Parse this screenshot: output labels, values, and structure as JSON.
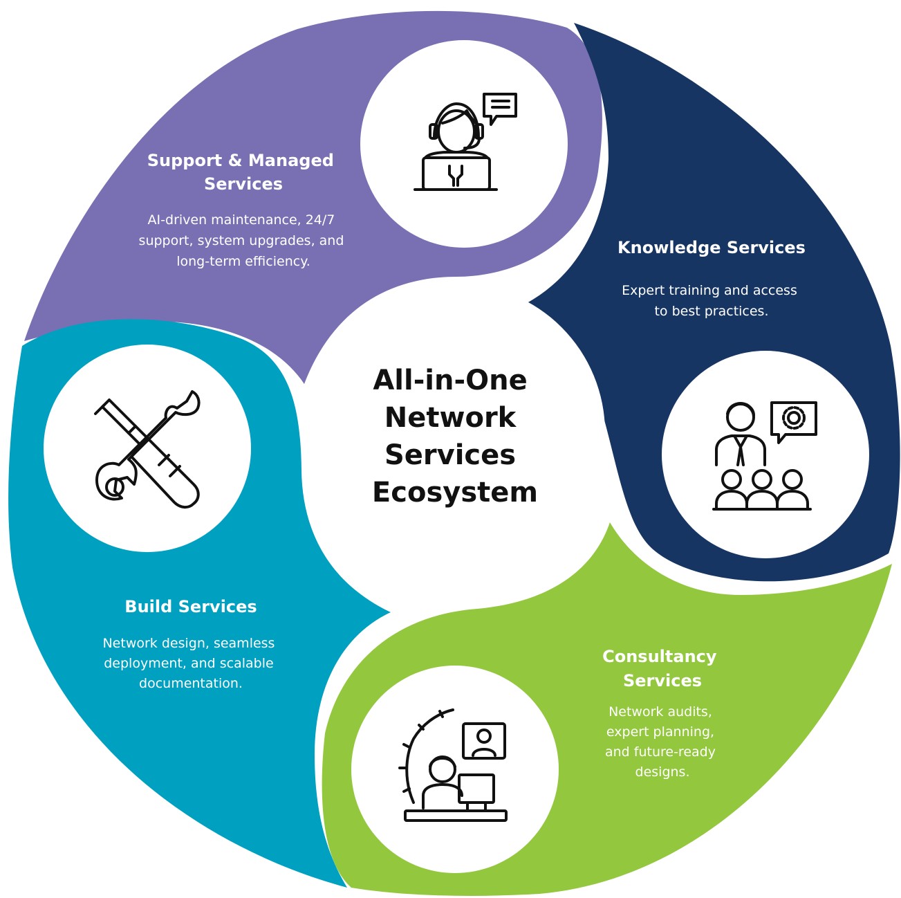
{
  "center": {
    "title_lines": [
      "All-in-One",
      "Network",
      "Services",
      "Ecosystem"
    ]
  },
  "segments": {
    "support": {
      "title_lines": [
        "Support & Managed",
        "Services"
      ],
      "desc_lines": [
        "AI-driven maintenance, 24/7",
        "support, system upgrades, and",
        "long-term efficiency."
      ],
      "color": "#7870B3",
      "icon": "support-agent-icon"
    },
    "knowledge": {
      "title_lines": [
        "Knowledge Services"
      ],
      "desc_lines": [
        "Expert training and access",
        "to best practices."
      ],
      "color": "#173562",
      "icon": "trainer-audience-icon"
    },
    "consultancy": {
      "title_lines": [
        "Consultancy",
        "Services"
      ],
      "desc_lines": [
        "Network audits,",
        "expert planning,",
        "and future-ready",
        "designs."
      ],
      "color": "#93C83E",
      "icon": "consultant-meeting-icon"
    },
    "build": {
      "title_lines": [
        "Build Services"
      ],
      "desc_lines": [
        "Network design, seamless",
        "deployment, and scalable",
        "documentation."
      ],
      "color": "#00A0C0",
      "icon": "wrench-screwdriver-icon"
    }
  }
}
